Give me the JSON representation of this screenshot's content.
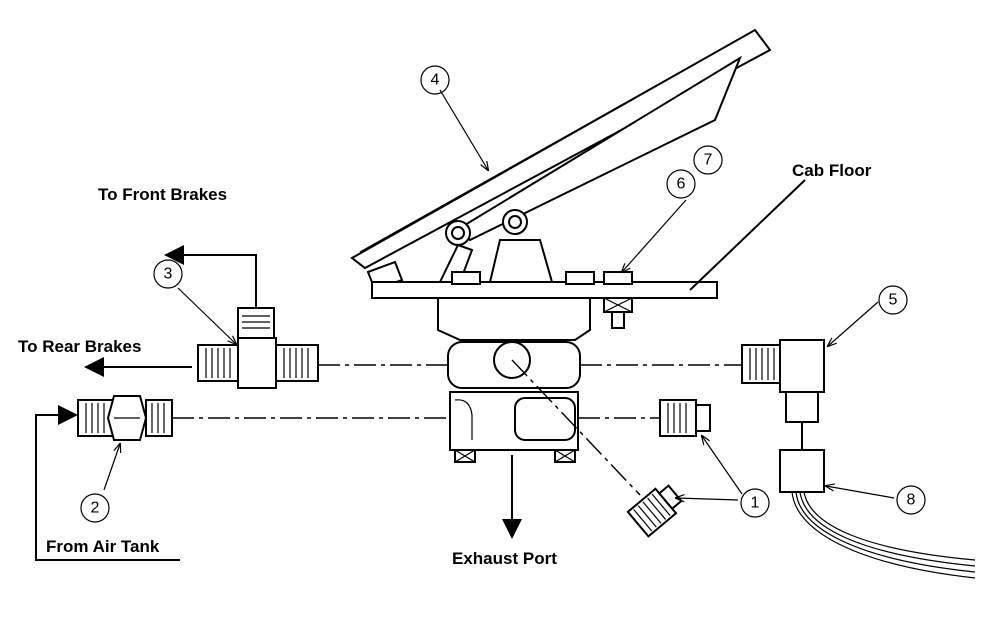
{
  "labels": {
    "to_front_brakes": "To Front Brakes",
    "to_rear_brakes": "To  Rear Brakes",
    "from_air_tank": "From Air Tank",
    "exhaust_port": "Exhaust Port",
    "cab_floor": "Cab Floor"
  },
  "callouts": [
    "1",
    "2",
    "3",
    "4",
    "5",
    "6",
    "7",
    "8"
  ]
}
